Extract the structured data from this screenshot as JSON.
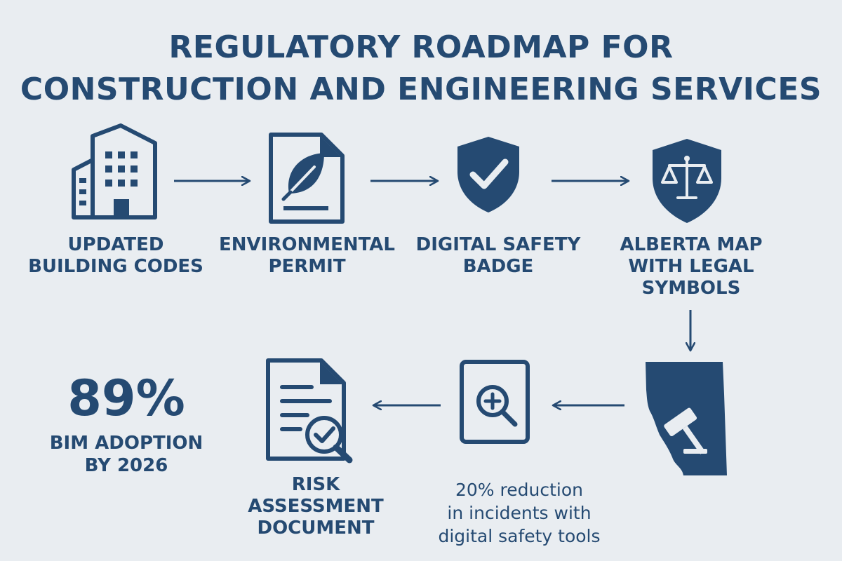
{
  "title": {
    "line1": "REGULATORY ROADMAP FOR",
    "line2": "CONSTRUCTION AND ENGINEERING SERVICES"
  },
  "steps": [
    {
      "icon": "building-icon",
      "line1": "UPDATED",
      "line2": "BUILDING CODES"
    },
    {
      "icon": "leaf-document-icon",
      "line1": "ENVIRONMENTAL",
      "line2": "PERMIT"
    },
    {
      "icon": "shield-check-icon",
      "line1": "DIGITAL SAFETY",
      "line2": "BADGE"
    },
    {
      "icon": "shield-scales-icon",
      "line1": "ALBERTA MAP",
      "line2": "WITH LEGAL",
      "line3": "SYMBOLS"
    },
    {
      "icon": "alberta-gavel-icon"
    },
    {
      "icon": "magnifier-plus-icon"
    },
    {
      "icon": "document-search-check-icon",
      "line1": "RISK ASSESSMENT",
      "line2": "DOCUMENT"
    }
  ],
  "stats": {
    "adoption_value": "89%",
    "adoption_line1": "BIM ADOPTION",
    "adoption_line2": "BY 2026",
    "reduction_line1": "20% reduction",
    "reduction_line2": "in incidents with",
    "reduction_line3": "digital safety tools"
  },
  "colors": {
    "primary": "#254a72",
    "background": "#e9edf1"
  }
}
